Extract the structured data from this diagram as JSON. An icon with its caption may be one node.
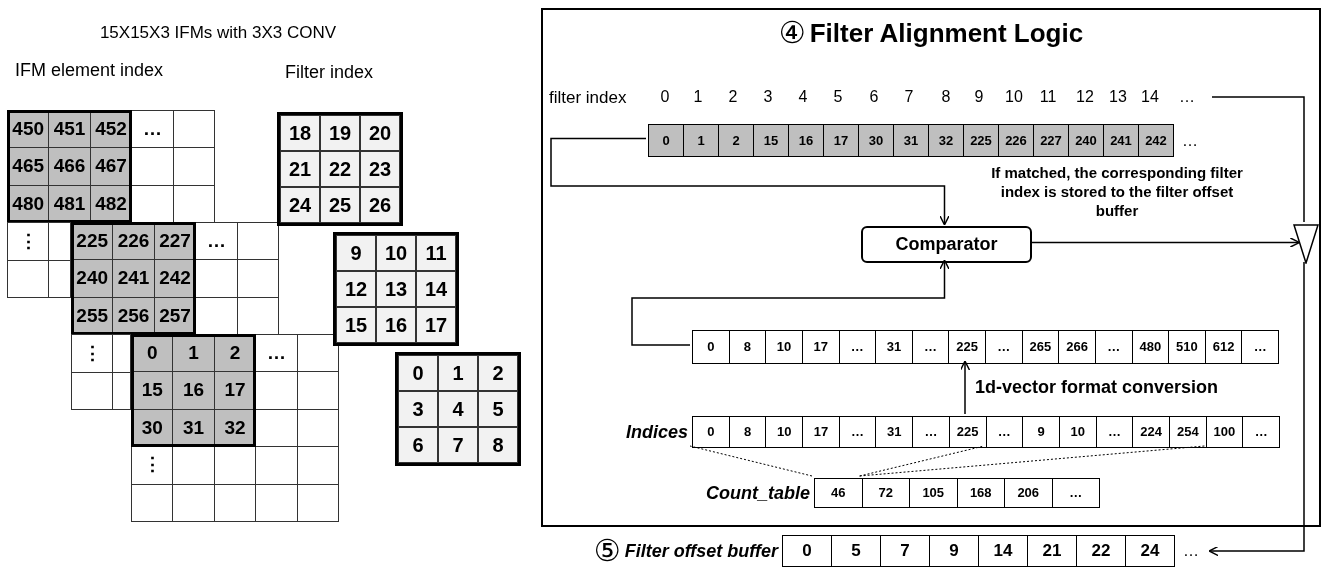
{
  "diagram": {
    "nodes": [
      {
        "text": [
          "450",
          "451",
          "452",
          "…",
          "465",
          "466",
          "467",
          "480",
          "481",
          "482"
        ]
      },
      {
        "text": [
          "225",
          "226",
          "227",
          "…",
          "240",
          "241",
          "242",
          "255",
          "256",
          "257"
        ]
      },
      {
        "text": [
          "0",
          "1",
          "2",
          "…",
          "15",
          "16",
          "17",
          "30",
          "31",
          "32",
          "⋮"
        ]
      },
      {
        "text": [
          "18",
          "19",
          "20",
          "21",
          "22",
          "23",
          "24",
          "25",
          "26"
        ]
      },
      {
        "text": [
          "9",
          "10",
          "11",
          "12",
          "13",
          "14",
          "15",
          "16",
          "17"
        ]
      },
      {
        "text": [
          "0",
          "1",
          "2",
          "3",
          "4",
          "5",
          "6",
          "7",
          "8"
        ]
      },
      {
        "text": [
          "④",
          "Filter Alignment Logic"
        ]
      },
      {
        "text": [
          "0",
          "1",
          "2",
          "15",
          "16",
          "17",
          "30",
          "31",
          "32",
          "225",
          "226",
          "227",
          "240",
          "241",
          "242"
        ],
        "in": 6,
        "beside": [
          "…"
        ]
      },
      {
        "text": [
          "Comparator"
        ],
        "in": 6
      },
      {
        "text": [],
        "shape": "triangle",
        "in": 6
      },
      {
        "text": [
          "0",
          "8",
          "10",
          "17",
          "…",
          "31",
          "…",
          "225",
          "…",
          "265",
          "266",
          "…",
          "480",
          "510",
          "612",
          "…"
        ],
        "in": 6
      },
      {
        "text": [
          "Indices",
          "0",
          "8",
          "10",
          "17",
          "…",
          "31",
          "…",
          "225",
          "…",
          "9",
          "10",
          "…",
          "224",
          "254",
          "100",
          "…"
        ],
        "in": 6
      },
      {
        "text": [
          "Count_table",
          "46",
          "72",
          "105",
          "168",
          "206",
          "…"
        ],
        "in": 6
      },
      {
        "text": [
          "⑤",
          "Filter offset buffer",
          "0",
          "5",
          "7",
          "9",
          "14",
          "21",
          "22",
          "24"
        ],
        "beside": [
          "…"
        ]
      }
    ],
    "edges": [
      {
        "from": 7,
        "to": 8,
        "arrow": "to"
      },
      {
        "from": null,
        "to": 9,
        "arrow": "none"
      },
      {
        "from": 8,
        "to": 9,
        "arrow": "to",
        "label": "If matched, the corresponding filter index is stored to the filter offset buffer"
      },
      {
        "from": 10,
        "to": 8,
        "arrow": "to"
      },
      {
        "from": 11,
        "to": 10,
        "arrow": "to",
        "label": "1d-vector format conversion"
      },
      {
        "from": 12,
        "to": 11,
        "arrow": "none",
        "style": "dashed"
      },
      {
        "from": 12,
        "to": 11,
        "arrow": "none",
        "style": "dashed"
      },
      {
        "from": 12,
        "to": 11,
        "arrow": "none",
        "style": "dashed"
      },
      {
        "from": 9,
        "to": 13,
        "arrow": "to"
      }
    ],
    "labels": [
      "15X15X3 IFMs with 3X3 CONV",
      "IFM element index",
      "Filter index",
      "filter index",
      "0",
      "1",
      "2",
      "3",
      "4",
      "5",
      "6",
      "7",
      "8",
      "9",
      "10",
      "11",
      "12",
      "13",
      "14",
      "…",
      "⋮",
      "⋮"
    ]
  }
}
